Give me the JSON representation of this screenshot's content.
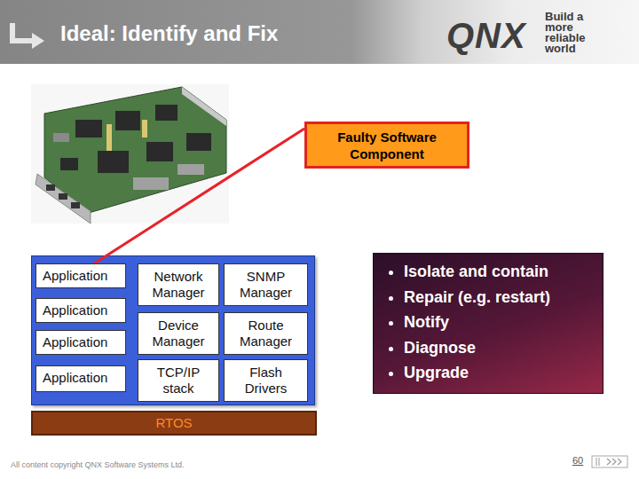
{
  "diagram": {
    "title": "Ideal: Identify and Fix",
    "nodes": [
      {
        "text": [
          "Faulty Software Component"
        ]
      },
      {
        "text": [
          "Application"
        ]
      },
      {
        "text": [
          "Network Manager"
        ]
      },
      {
        "text": [
          "SNMP Manager"
        ]
      },
      {
        "text": [
          "Isolate and contain",
          "Repair (e.g. restart)",
          "Notify",
          "Diagnose",
          "Upgrade"
        ]
      },
      {
        "text": [
          "Application"
        ]
      },
      {
        "text": [
          "Application"
        ]
      },
      {
        "text": [
          "Device Manager"
        ]
      },
      {
        "text": [
          "Route Manager"
        ]
      },
      {
        "text": [
          "Application"
        ]
      },
      {
        "text": [
          "TCP/IP stack"
        ]
      },
      {
        "text": [
          "Flash Drivers"
        ]
      },
      {
        "text": [
          "RTOS"
        ]
      }
    ],
    "edges": [
      {
        "from": 0,
        "to": 1,
        "arrow": "none"
      }
    ],
    "labels": [
      "QNX",
      "Build a more reliable world",
      "All content copyright QNX Software Systems Ltd.",
      "60"
    ]
  }
}
